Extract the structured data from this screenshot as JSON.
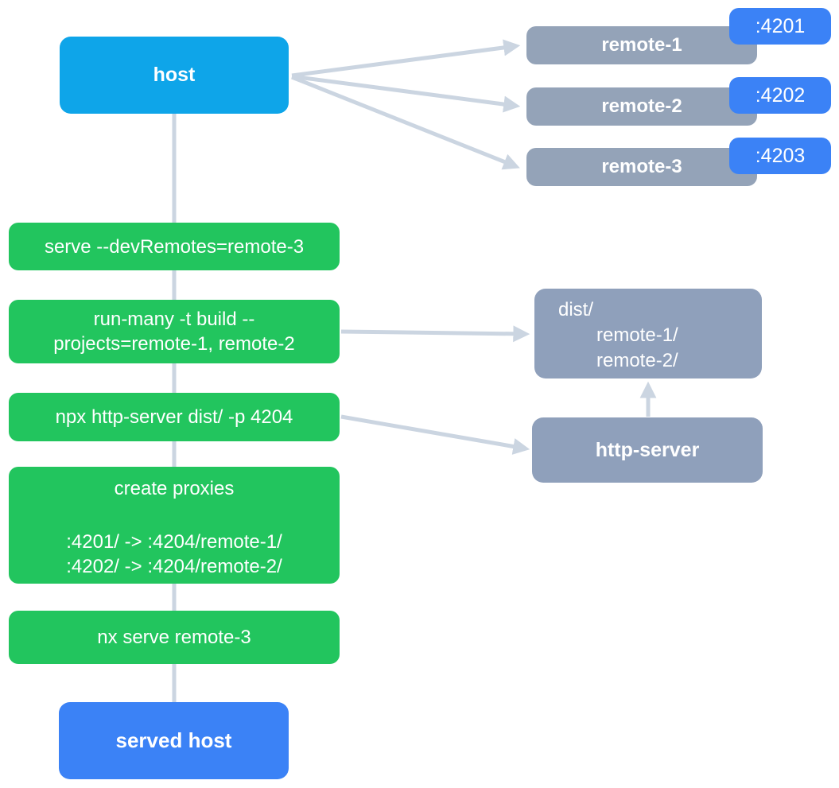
{
  "diagram": {
    "host": {
      "label": "host"
    },
    "remotes": [
      {
        "label": "remote-1",
        "port": ":4201"
      },
      {
        "label": "remote-2",
        "port": ":4202"
      },
      {
        "label": "remote-3",
        "port": ":4203"
      }
    ],
    "commands": {
      "serve": "serve --devRemotes=remote-3",
      "run_many": [
        "run-many -t build --",
        "projects=remote-1, remote-2"
      ],
      "http_server": "npx http-server dist/ -p 4204",
      "proxies": {
        "title": "create proxies",
        "rules": [
          ":4201/ -> :4204/remote-1/",
          ":4202/ -> :4204/remote-2/"
        ]
      },
      "nx_serve": "nx serve remote-3"
    },
    "dist": {
      "lines": [
        "dist/",
        "remote-1/",
        "remote-2/"
      ]
    },
    "http_server_node": {
      "label": "http-server"
    },
    "served_host": {
      "label": "served host"
    },
    "colors": {
      "host": "#0ea5e9",
      "remote": "#94a3b8",
      "port_badge": "#3b82f6",
      "command": "#22c55e",
      "artifact": "#8fa0bb",
      "served_host": "#3b82f6",
      "connector": "#cbd5e1"
    }
  }
}
